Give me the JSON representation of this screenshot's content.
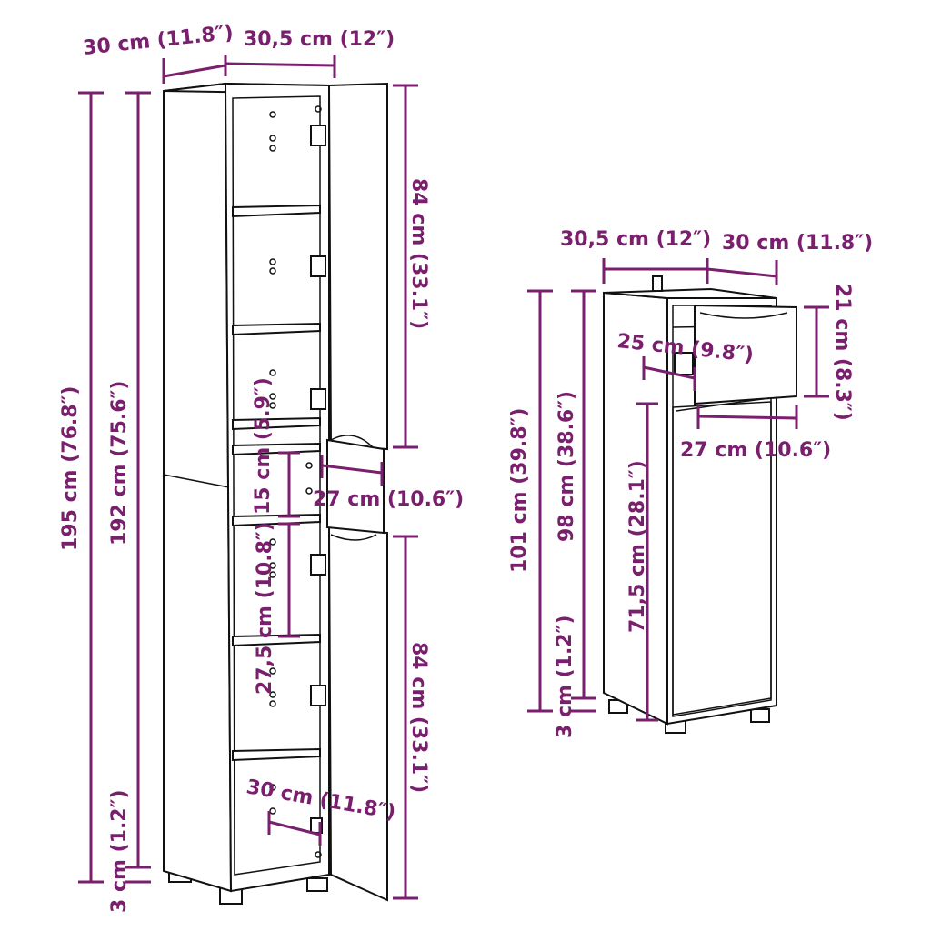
{
  "tall_cabinet": {
    "width_side": "30 cm (11.8″)",
    "width_front": "30,5 cm (12″)",
    "total_height": "195 cm (76.8″)",
    "body_height": "192 cm (75.6″)",
    "leg_height": "3 cm (1.2″)",
    "upper_door": "84 cm (33.1″)",
    "lower_door": "84 cm (33.1″)",
    "niche_height": "15 cm (5.9″)",
    "niche_depth": "27 cm (10.6″)",
    "lower_compartment": "27,5 cm (10.8″)",
    "inner_depth": "30 cm (11.8″)"
  },
  "low_cabinet": {
    "width_front": "30,5 cm (12″)",
    "width_side": "30 cm (11.8″)",
    "total_height": "101 cm (39.8″)",
    "body_height": "98 cm (38.6″)",
    "leg_height": "3 cm (1.2″)",
    "drawer_height": "21 cm (8.3″)",
    "drawer_depth": "25 cm (9.8″)",
    "drawer_width": "27 cm (10.6″)",
    "door_height": "71,5 cm (28.1″)"
  }
}
